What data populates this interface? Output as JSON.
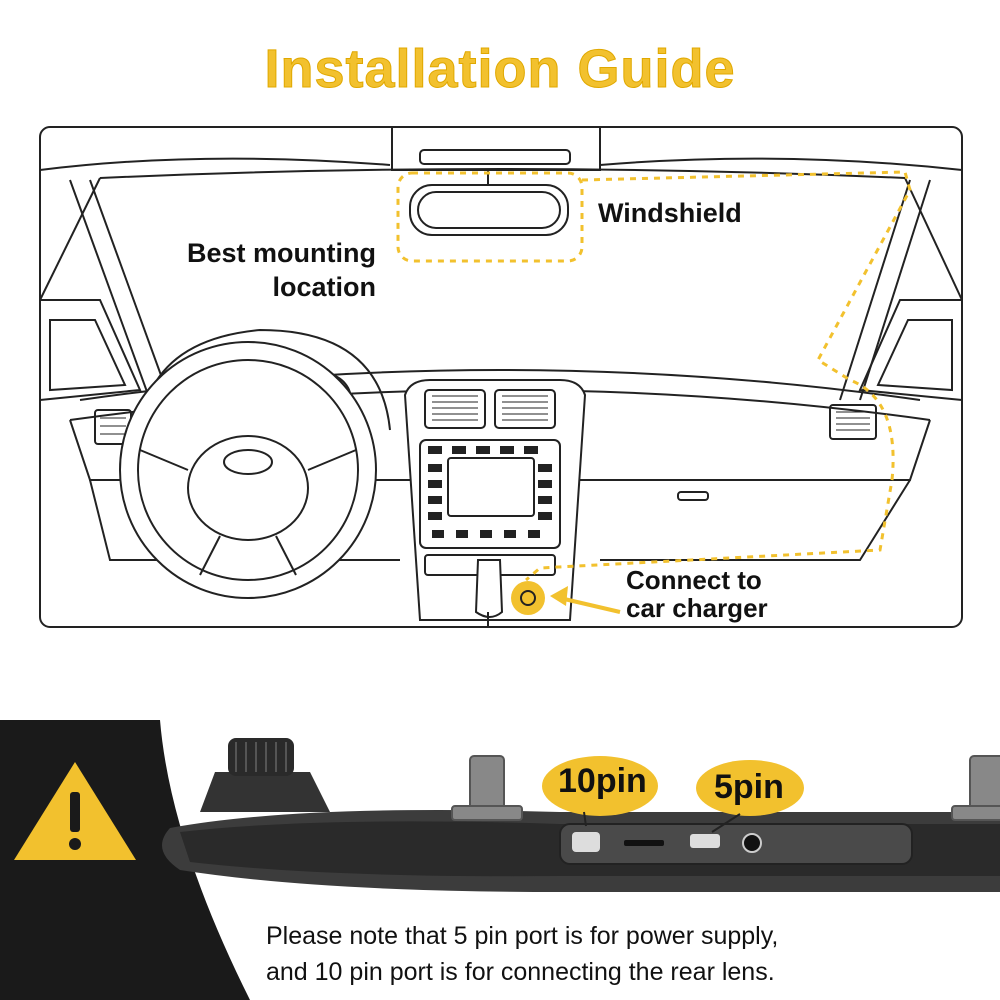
{
  "title": "Installation Guide",
  "labels": {
    "windshield": "Windshield",
    "best_mount_line1": "Best mounting",
    "best_mount_line2": "location",
    "connect_line1": "Connect to",
    "connect_line2": "car charger"
  },
  "ports": {
    "ten_pin": "10pin",
    "five_pin": "5pin"
  },
  "note": {
    "line1": "Please note that 5 pin port is for power supply,",
    "line2": "and 10 pin port is for connecting the rear lens."
  },
  "colors": {
    "accent": "#f2c12e",
    "dark": "#1a1a1a",
    "line": "#222222"
  },
  "icons": {
    "warning": "warning-triangle-icon"
  }
}
